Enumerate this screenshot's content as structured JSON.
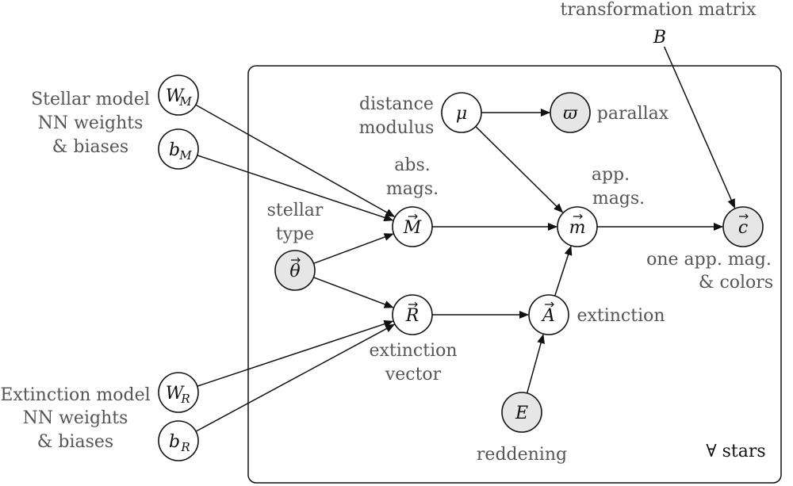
{
  "plate": {
    "label": "∀ stars"
  },
  "nodes": [
    {
      "id": "W_M",
      "symbol": "W",
      "subscript": "M",
      "observed": false,
      "vector": false
    },
    {
      "id": "b_M",
      "symbol": "b",
      "subscript": "M",
      "observed": false,
      "vector": false
    },
    {
      "id": "W_R",
      "symbol": "W",
      "subscript": "R",
      "observed": false,
      "vector": false
    },
    {
      "id": "b_R",
      "symbol": "b",
      "subscript": "R",
      "observed": false,
      "vector": false
    },
    {
      "id": "mu",
      "symbol": "μ",
      "subscript": "",
      "observed": false,
      "vector": false
    },
    {
      "id": "varpi",
      "symbol": "ϖ",
      "subscript": "",
      "observed": true,
      "vector": false
    },
    {
      "id": "M",
      "symbol": "M",
      "subscript": "",
      "observed": false,
      "vector": true
    },
    {
      "id": "m",
      "symbol": "m",
      "subscript": "",
      "observed": false,
      "vector": true
    },
    {
      "id": "c",
      "symbol": "c",
      "subscript": "",
      "observed": true,
      "vector": true
    },
    {
      "id": "theta",
      "symbol": "θ",
      "subscript": "",
      "observed": true,
      "vector": true
    },
    {
      "id": "R",
      "symbol": "R",
      "subscript": "",
      "observed": false,
      "vector": true
    },
    {
      "id": "A",
      "symbol": "A",
      "subscript": "",
      "observed": false,
      "vector": true
    },
    {
      "id": "E",
      "symbol": "E",
      "subscript": "",
      "observed": true,
      "vector": false
    }
  ],
  "free_nodes": [
    {
      "id": "B",
      "symbol": "B"
    }
  ],
  "edges": [
    {
      "from": "W_M",
      "to": "M"
    },
    {
      "from": "b_M",
      "to": "M"
    },
    {
      "from": "theta",
      "to": "M"
    },
    {
      "from": "theta",
      "to": "R"
    },
    {
      "from": "W_R",
      "to": "R"
    },
    {
      "from": "b_R",
      "to": "R"
    },
    {
      "from": "mu",
      "to": "varpi"
    },
    {
      "from": "mu",
      "to": "m"
    },
    {
      "from": "M",
      "to": "m"
    },
    {
      "from": "R",
      "to": "A"
    },
    {
      "from": "A",
      "to": "m"
    },
    {
      "from": "E",
      "to": "A"
    },
    {
      "from": "m",
      "to": "c"
    },
    {
      "from": "B",
      "to": "c"
    }
  ],
  "labels": {
    "stellar_model": [
      "Stellar model",
      "NN weights",
      "& biases"
    ],
    "extinction_model": [
      "Extinction model",
      "NN weights",
      "& biases"
    ],
    "distance_modulus": [
      "distance",
      "modulus"
    ],
    "parallax": "parallax",
    "abs_mags": [
      "abs.",
      "mags."
    ],
    "app_mags": [
      "app.",
      "mags."
    ],
    "stellar_type": [
      "stellar",
      "type"
    ],
    "extinction_vector": [
      "extinction",
      "vector"
    ],
    "extinction": "extinction",
    "reddening": "reddening",
    "one_app_mag": [
      "one app. mag.",
      "& colors"
    ],
    "transformation_matrix": "transformation matrix"
  },
  "colors": {
    "observed_fill": "#e6e6e6",
    "latent_fill": "#ffffff",
    "stroke": "#111111",
    "label": "#555555"
  }
}
